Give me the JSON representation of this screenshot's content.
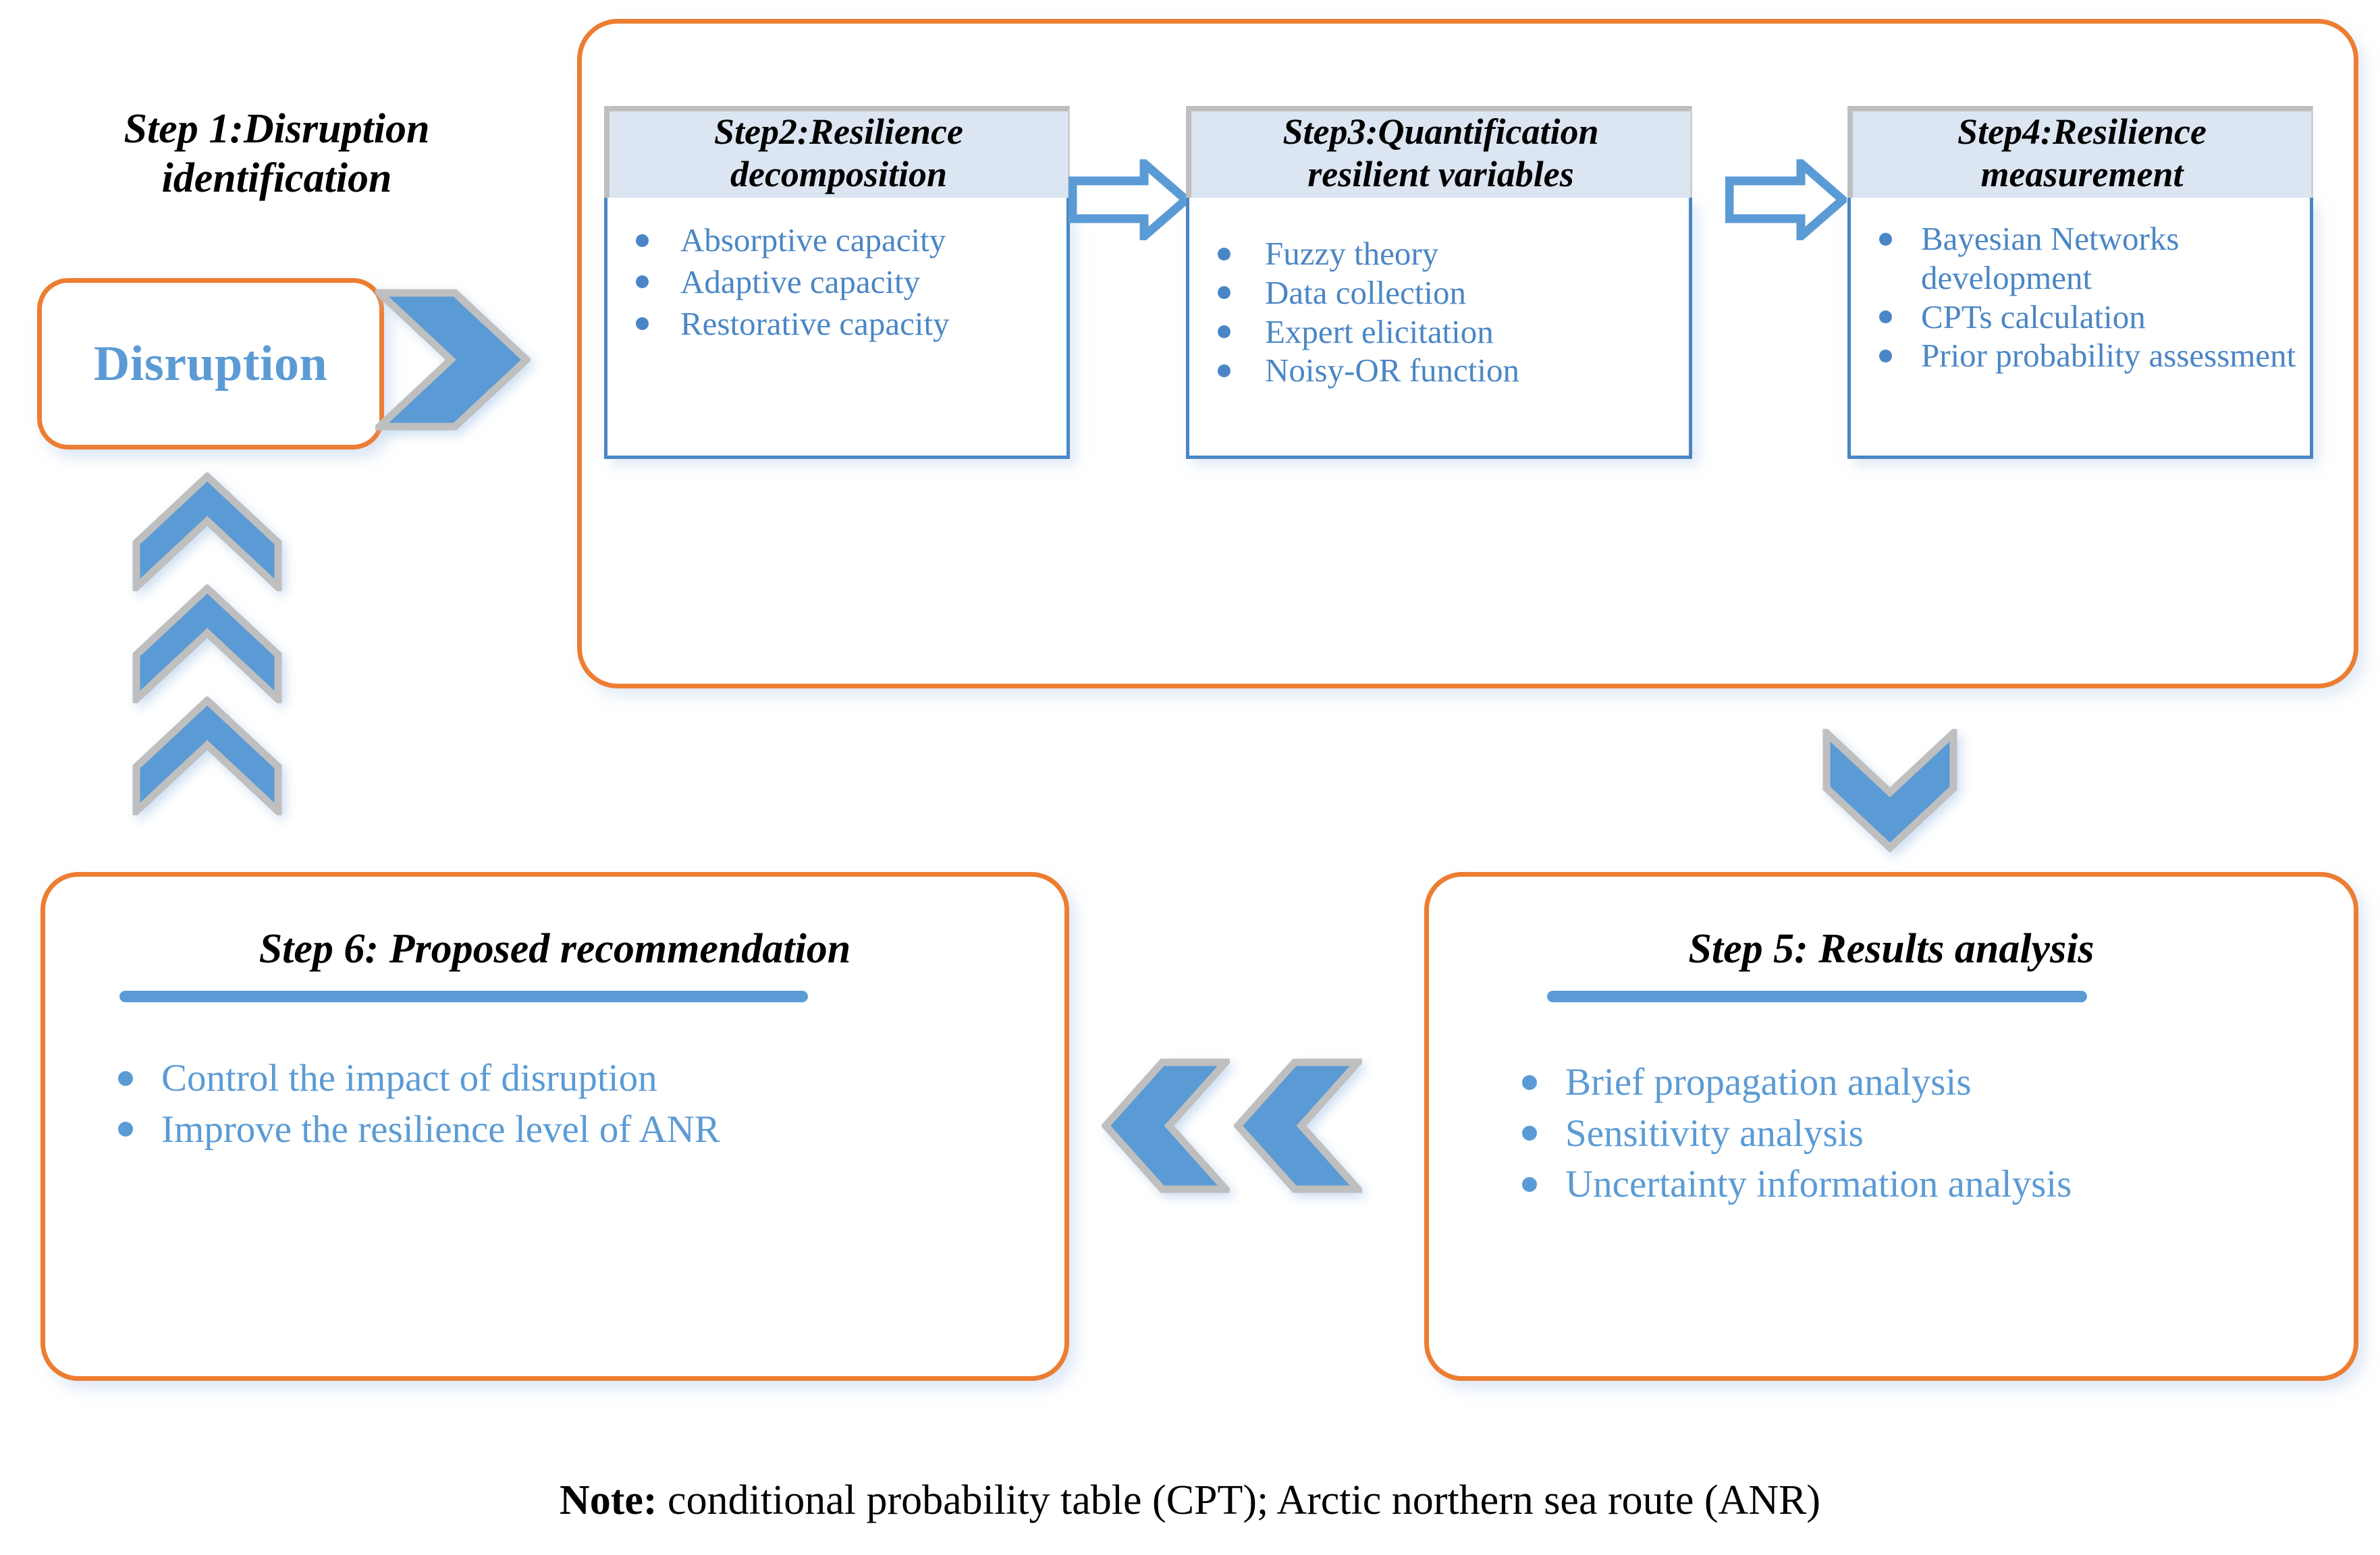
{
  "step1": {
    "caption_line1": "Step 1:Disruption",
    "caption_line2": "identification",
    "box_label": "Disruption"
  },
  "step2": {
    "title_line1": "Step2:Resilience",
    "title_line2": "decomposition",
    "items": [
      "Absorptive capacity",
      "Adaptive capacity",
      "Restorative capacity"
    ]
  },
  "step3": {
    "title_line1": "Step3:Quantification",
    "title_line2": "resilient variables",
    "items": [
      "Fuzzy theory",
      "Data collection",
      "Expert elicitation",
      "Noisy-OR function"
    ]
  },
  "step4": {
    "title_line1": "Step4:Resilience",
    "title_line2": "measurement",
    "items": [
      "Bayesian Networks development",
      "CPTs calculation",
      "Prior probability assessment"
    ]
  },
  "step5": {
    "title": "Step 5: Results analysis",
    "items": [
      "Brief propagation analysis",
      "Sensitivity analysis",
      "Uncertainty information analysis"
    ]
  },
  "step6": {
    "title": "Step 6: Proposed recommendation",
    "items": [
      "Control the impact of disruption",
      "Improve the resilience level of ANR"
    ]
  },
  "note": {
    "label": "Note:",
    "text": " conditional probability table (CPT); Arctic northern sea route (ANR)"
  },
  "colors": {
    "orange": "#ED7D31",
    "blue": "#5B9BD5",
    "blue_dark": "#4A86C5",
    "header_fill": "#DCE6F2",
    "gray": "#BFBFBF"
  },
  "icons": {
    "chevron_right_disruption": "chevron-right-icon",
    "chevron_up_feedback": "chevron-up-icon",
    "chevron_down_flow": "chevron-down-icon",
    "chevron_left_flow": "chevron-left-icon",
    "arrow_step2_step3": "arrow-right-outline-icon",
    "arrow_step3_step4": "arrow-right-outline-icon"
  }
}
